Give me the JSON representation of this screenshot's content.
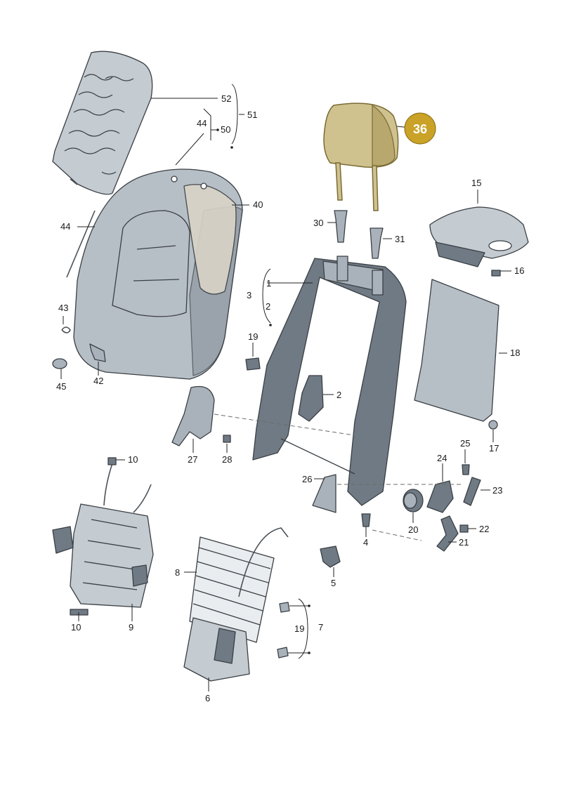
{
  "diagram": {
    "highlight_color": "#c9a227",
    "badge": {
      "label": "36"
    },
    "callouts": [
      {
        "id": "c52",
        "text": "52"
      },
      {
        "id": "c51",
        "text": "51"
      },
      {
        "id": "c44a",
        "text": "44"
      },
      {
        "id": "c50",
        "text": "50"
      },
      {
        "id": "c40",
        "text": "40"
      },
      {
        "id": "c44b",
        "text": "44"
      },
      {
        "id": "c43",
        "text": "43"
      },
      {
        "id": "c45",
        "text": "45"
      },
      {
        "id": "c42",
        "text": "42"
      },
      {
        "id": "c30",
        "text": "30"
      },
      {
        "id": "c31",
        "text": "31"
      },
      {
        "id": "c15",
        "text": "15"
      },
      {
        "id": "c16",
        "text": "16"
      },
      {
        "id": "c18",
        "text": "18"
      },
      {
        "id": "c1",
        "text": "1"
      },
      {
        "id": "c3",
        "text": "3"
      },
      {
        "id": "c2a",
        "text": "2"
      },
      {
        "id": "c19a",
        "text": "19"
      },
      {
        "id": "c2b",
        "text": "2"
      },
      {
        "id": "c27",
        "text": "27"
      },
      {
        "id": "c28",
        "text": "28"
      },
      {
        "id": "c10a",
        "text": "10"
      },
      {
        "id": "c25",
        "text": "25"
      },
      {
        "id": "c17",
        "text": "17"
      },
      {
        "id": "c24",
        "text": "24"
      },
      {
        "id": "c23",
        "text": "23"
      },
      {
        "id": "c26",
        "text": "26"
      },
      {
        "id": "c4",
        "text": "4"
      },
      {
        "id": "c20",
        "text": "20"
      },
      {
        "id": "c22",
        "text": "22"
      },
      {
        "id": "c21",
        "text": "21"
      },
      {
        "id": "c5",
        "text": "5"
      },
      {
        "id": "c8",
        "text": "8"
      },
      {
        "id": "c10b",
        "text": "10"
      },
      {
        "id": "c9",
        "text": "9"
      },
      {
        "id": "c19b",
        "text": "19"
      },
      {
        "id": "c7",
        "text": "7"
      },
      {
        "id": "c6",
        "text": "6"
      }
    ]
  }
}
